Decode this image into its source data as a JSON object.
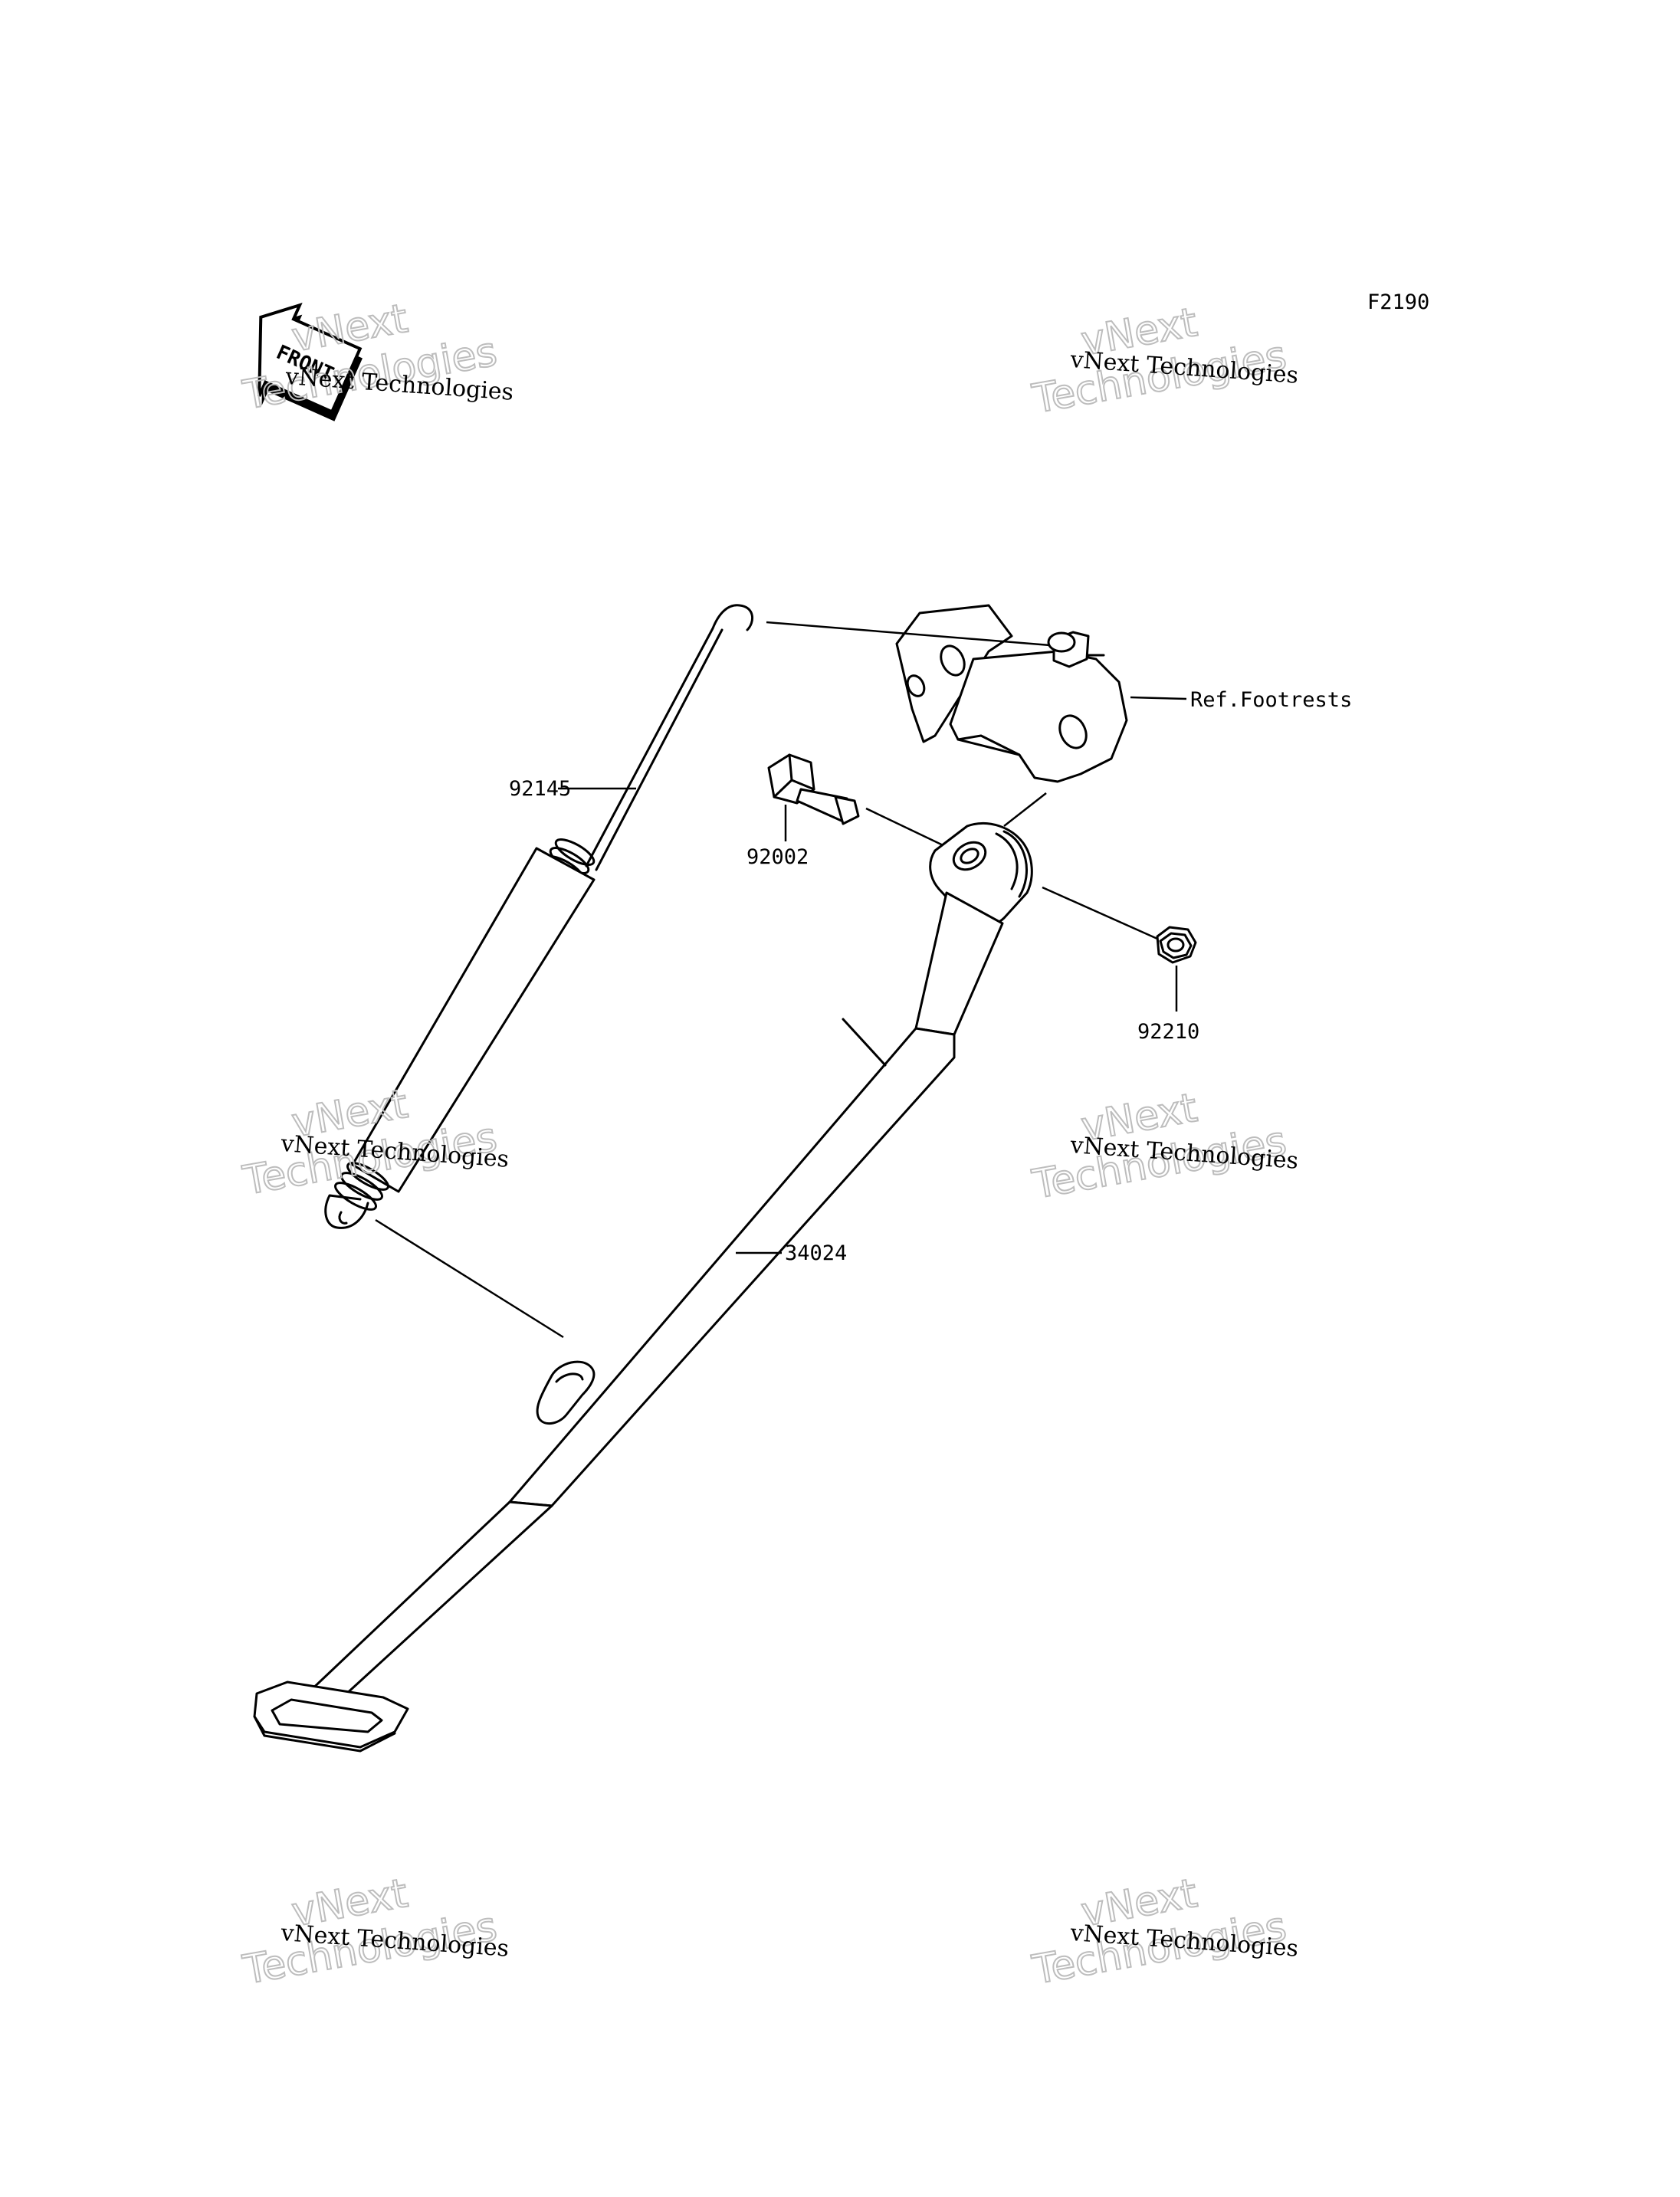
{
  "figure_code": "F2190",
  "front_badge": "FRONT",
  "parts": [
    {
      "id": "92145",
      "label": "92145"
    },
    {
      "id": "92002",
      "label": "92002"
    },
    {
      "id": "92210",
      "label": "92210"
    },
    {
      "id": "34024",
      "label": "34024"
    },
    {
      "id": "ref-footrests",
      "label": "Ref.Footrests"
    }
  ],
  "watermark": {
    "line_small": "vNext Technologies",
    "line_top": "vNext",
    "line_bottom": "Technologies"
  }
}
